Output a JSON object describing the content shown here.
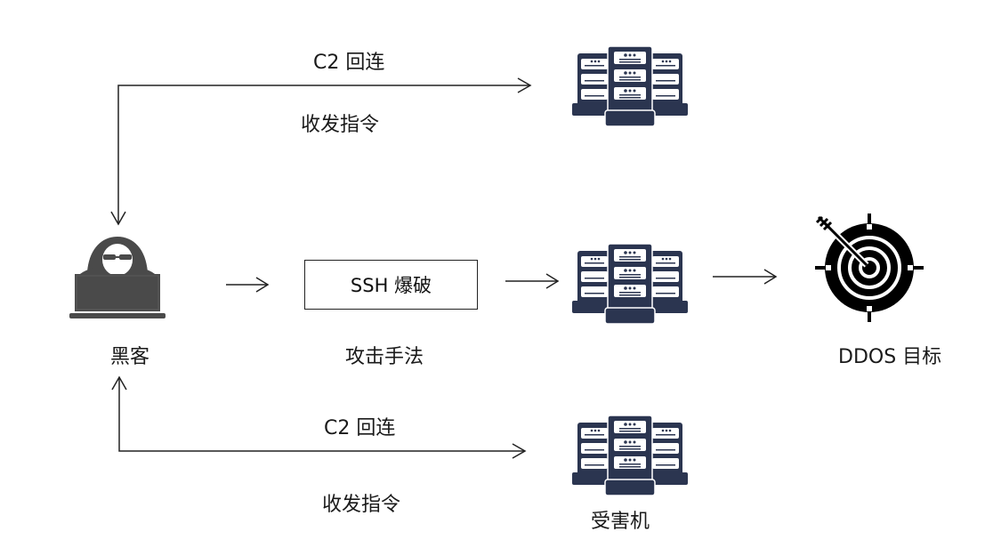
{
  "nodes": {
    "hacker": {
      "label": "黑客",
      "icon": "hacker-laptop-icon"
    },
    "attack_method": {
      "box_label": "SSH 爆破",
      "caption": "攻击手法"
    },
    "server_top": {
      "icon": "server-rack-icon"
    },
    "server_middle": {
      "icon": "server-rack-icon"
    },
    "server_bottom": {
      "icon": "server-rack-icon",
      "label": "受害机"
    },
    "target": {
      "label": "DDOS 目标",
      "icon": "target-arrow-icon"
    }
  },
  "edges": {
    "top": {
      "above": "C2 回连",
      "below": "收发指令"
    },
    "bottom": {
      "above": "C2 回连",
      "below": "收发指令"
    }
  },
  "colors": {
    "server": "#2b3550",
    "hacker": "#4a4a4a",
    "target": "#000000",
    "line": "#222222"
  }
}
